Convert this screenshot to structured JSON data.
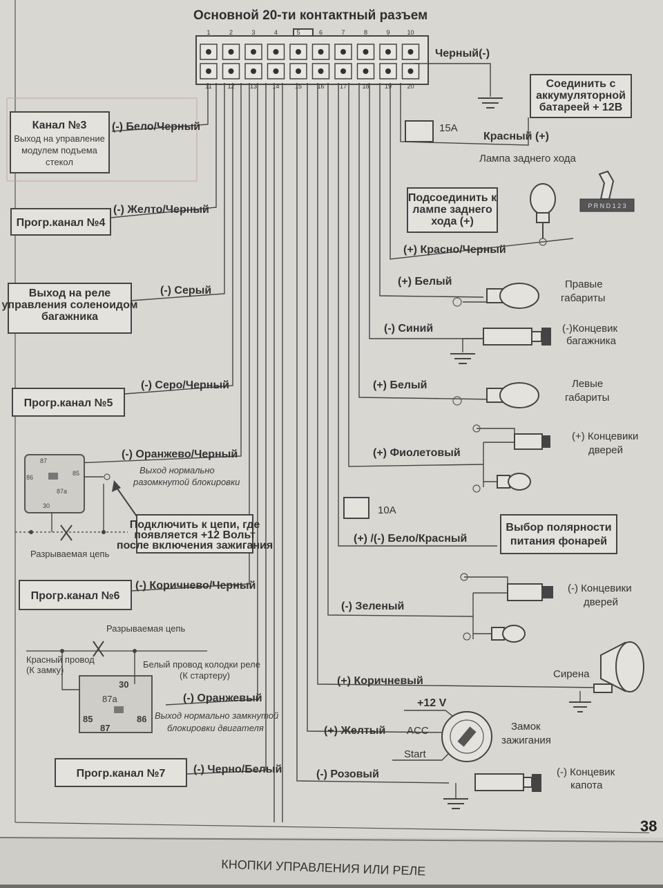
{
  "page": {
    "title": "Основной 20-ти контактный разъем",
    "page_number": "38",
    "next_page_header": "КНОПКИ УПРАВЛЕНИЯ ИЛИ РЕЛЕ"
  },
  "connector": {
    "top_pins": [
      "1",
      "2",
      "3",
      "4",
      "5",
      "6",
      "7",
      "8",
      "9",
      "10"
    ],
    "bottom_pins": [
      "11",
      "12",
      "13",
      "14",
      "15",
      "16",
      "17",
      "18",
      "19",
      "20"
    ]
  },
  "left": {
    "ch3_title": "Канал №3",
    "ch3_desc_1": "Выход на управление",
    "ch3_desc_2": "модулем подъема",
    "ch3_desc_3": "стекол",
    "ch3_wire": "(-) Бело/Черный",
    "ch4_title": "Прогр.канал №4",
    "ch4_wire": "(-) Желто/Черный",
    "trunk_1": "Выход на реле",
    "trunk_2": "управления соленоидом",
    "trunk_3": "багажника",
    "trunk_wire": "(-) Серый",
    "ch5_title": "Прогр.канал №5",
    "ch5_wire": "(-) Серо/Черный",
    "orange_black_wire": "(-) Оранжево/Черный",
    "no_block_1": "Выход нормально",
    "no_block_2": "разомкнутой блокировки",
    "relay1_87": "87",
    "relay1_86": "86",
    "relay1_85": "85",
    "relay1_87a": "87a",
    "relay1_30": "30",
    "ign_1": "Подключить к цепи, где",
    "ign_2": "появляется +12 Вольт",
    "ign_3": "после включения зажигания",
    "break1": "Разрываемая цепь",
    "ch6_title": "Прогр.канал №6",
    "ch6_wire": "(-) Коричнево/Черный",
    "break2": "Разрываемая цепь",
    "red_wire_1": "Красный провод",
    "red_wire_2": "(К замку)",
    "white_relay_1": "Белый провод колодки реле",
    "white_relay_2": "(К стартеру)",
    "orange_wire": "(-) Оранжевый",
    "nc_block_1": "Выход нормально замкнутой",
    "nc_block_2": "блокировки двигателя",
    "relay2_30": "30",
    "relay2_87a": "87a",
    "relay2_85": "85",
    "relay2_86": "86",
    "relay2_87": "87",
    "ch7_title": "Прогр.канал №7",
    "ch7_wire": "(-) Черно/Белый"
  },
  "right": {
    "black_wire": "Черный(-)",
    "battery_1": "Соединить с",
    "battery_2": "аккумуляторной",
    "battery_3": "батареей + 12В",
    "fuse1": "15A",
    "red_wire": "Красный (+)",
    "reverse_lamp": "Лампа заднего хода",
    "rev_box_1": "Подсоединить к",
    "rev_box_2": "лампе заднего",
    "rev_box_3": "хода (+)",
    "gear_label": "P R N D 1 2 3",
    "red_black_wire": "(+) Красно/Черный",
    "white1_wire": "(+) Белый",
    "right_parking_1": "Правые",
    "right_parking_2": "габариты",
    "blue_wire": "(-) Синий",
    "trunk_switch_1": "(-)Концевик",
    "trunk_switch_2": "багажника",
    "white2_wire": "(+) Белый",
    "left_parking_1": "Левые",
    "left_parking_2": "габариты",
    "violet_wire": "(+) Фиолетовый",
    "door_pos_1": "(+) Концевики",
    "door_pos_2": "дверей",
    "fuse2": "10A",
    "white_red_wire": "(+) /(-) Бело/Красный",
    "polarity_1": "Выбор полярности",
    "polarity_2": "питания фонарей",
    "green_wire": "(-) Зеленый",
    "door_neg_1": "(-) Концевики",
    "door_neg_2": "дверей",
    "brown_wire": "(+) Коричневый",
    "siren": "Сирена",
    "plus12v": "+12 V",
    "acc": "ACC",
    "start": "Start",
    "yellow_wire": "(+) Желтый",
    "ignition_1": "Замок",
    "ignition_2": "зажигания",
    "pink_wire": "(-) Розовый",
    "hood_1": "(-) Концевик",
    "hood_2": "капота"
  }
}
